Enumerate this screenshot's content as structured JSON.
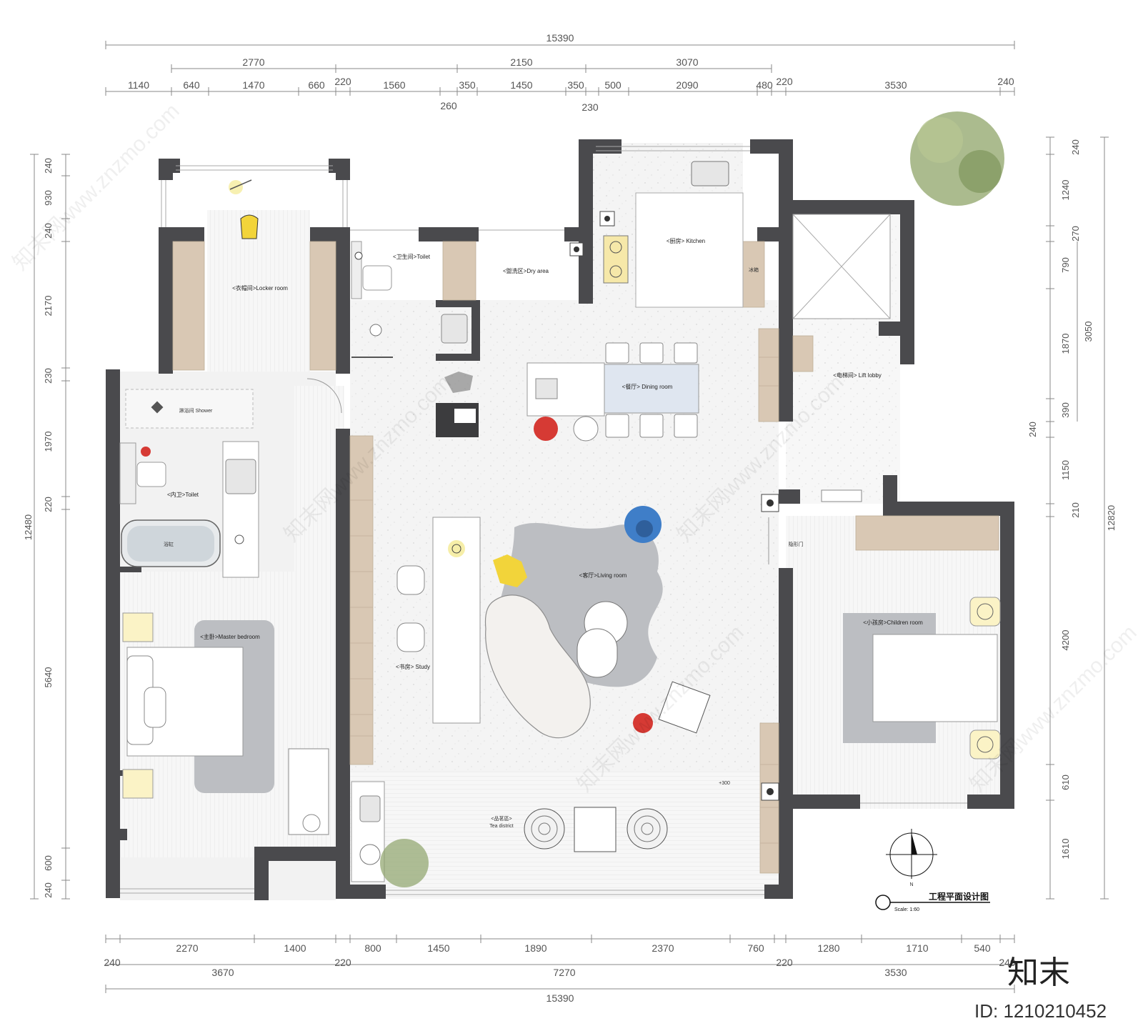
{
  "dims": {
    "overall": "15390",
    "top_row1": [
      "2770",
      "2150",
      "3070"
    ],
    "top_row2": [
      "1140",
      "640",
      "1470",
      "660",
      "220",
      "1560",
      "350",
      "1450",
      "350",
      "500",
      "2090",
      "480",
      "220",
      "3530",
      "240"
    ],
    "top_row2_extra": [
      "260",
      "230"
    ],
    "bottom_row1": [
      "2270",
      "1400",
      "800",
      "1450",
      "1890",
      "2370",
      "760",
      "1280",
      "1710",
      "540"
    ],
    "bottom_row1_edge": [
      "240",
      "220",
      "220",
      "240"
    ],
    "bottom_row2": [
      "3670",
      "7270",
      "3530"
    ],
    "left": [
      "240",
      "930",
      "240",
      "2170",
      "230",
      "1970",
      "220",
      "5640",
      "600",
      "240"
    ],
    "left_total": "12480",
    "right": [
      "240",
      "1240",
      "270",
      "790",
      "1870",
      "390",
      "1150",
      "210",
      "4200",
      "610",
      "1610"
    ],
    "right_sub": [
      "3050",
      "240"
    ],
    "right_total": "12820"
  },
  "rooms": {
    "locker": "<衣帽间>Locker room",
    "toilet_top": "<卫生间>Toilet",
    "dry_area": "<盥洗区>Dry area",
    "kitchen": "<厨房>   Kitchen",
    "fridge": "冰箱",
    "dining": "<餐厅>   Dining room",
    "lift": "<电梯间>   Lift lobby",
    "shower": "淋浴间  Shower",
    "inner_toilet": "<内卫>Toilet",
    "bathtub": "浴缸",
    "master": "<主卧>Master bedroom",
    "study": "<书房>   Study",
    "living": "<客厅>Living room",
    "hidden_door": "隐形门",
    "children": "<小孩房>Children room",
    "tea_cn": "<品茗區>",
    "tea_en": "Tea district",
    "level": "+300"
  },
  "legend": {
    "compass": "N",
    "title": "工程平面设计图",
    "scale": "Scale:  1:60"
  },
  "watermark": {
    "text": "知末网www.znzmo.com",
    "brand": "知末",
    "id": "ID: 1210210452"
  },
  "colors": {
    "wall": "#4a4a4d",
    "floor": "#f4f4f4",
    "wood": "#d9c8b4",
    "accent_red": "#d63a34",
    "accent_yellow": "#f2d43a",
    "accent_blue": "#3f7ec8",
    "rug": "#bcbec2"
  }
}
